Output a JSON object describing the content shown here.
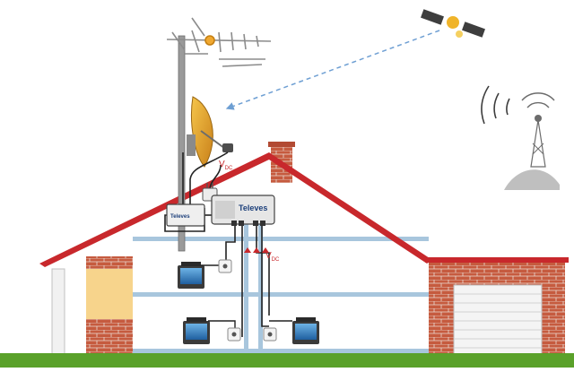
{
  "labels": {
    "brand_main": "Televes",
    "brand_small": "Televes",
    "vdc_top": {
      "main": "V",
      "sub": "DC"
    },
    "vdc_mid": {
      "main": "V",
      "sub": "DC"
    }
  },
  "colors": {
    "roof": "#c8282c",
    "brick": "#c65b3f",
    "mortar": "#eadbd3",
    "wall": "#ffffff",
    "floor": "#a8c6dd",
    "cable": "#222222",
    "dish": "#e8a21c",
    "grass": "#5aa12a",
    "signal": "#6e9fd3",
    "vdc": "#c8282c",
    "stucco": "#f7d48c"
  }
}
